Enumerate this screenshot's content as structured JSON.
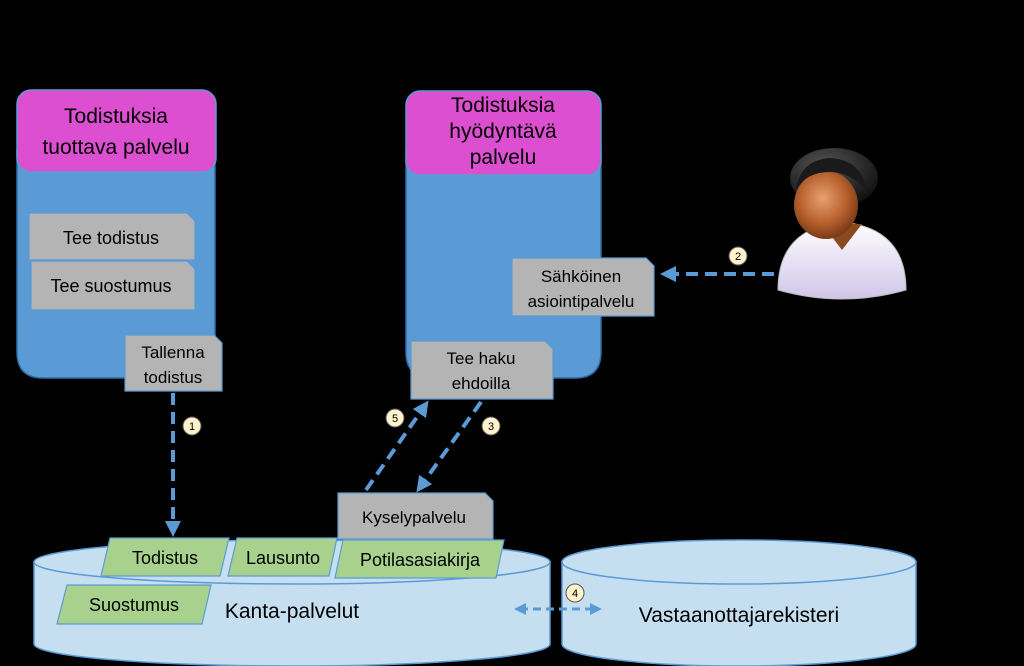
{
  "services": {
    "producing": {
      "title_lines": [
        "Todistuksia",
        "tuottava palvelu"
      ]
    },
    "using": {
      "title_lines": [
        "Todistuksia",
        "hyödyntävä",
        "palvelu"
      ]
    }
  },
  "actions": {
    "make_certificate": "Tee todistus",
    "make_consent": "Tee suostumus",
    "store_lines": [
      "Tallenna",
      "todistus"
    ],
    "e_service_lines": [
      "Sähköinen",
      "asiointipalvelu"
    ],
    "query_lines": [
      "Tee haku",
      "ehdoilla"
    ],
    "query_service": "Kyselypalvelu"
  },
  "kanta": {
    "label": "Kanta-palvelut",
    "docs": {
      "certificate": "Todistus",
      "statement": "Lausunto",
      "patient_document": "Potilasasiakirja",
      "consent": "Suostumus"
    }
  },
  "recipient_registry": {
    "label": "Vastaanottajarekisteri"
  },
  "steps": [
    "1",
    "2",
    "3",
    "4",
    "5"
  ],
  "colors": {
    "background": "#000000",
    "service_body": "#5b9bd5",
    "service_header": "#dc4fd0",
    "action_box": "#b4b4b4",
    "document_tag": "#a9d18e",
    "database": "#c5dff0",
    "arrow": "#5b9bd5",
    "step_badge": "#fff2cc"
  },
  "icons": {
    "user": "user-icon"
  }
}
